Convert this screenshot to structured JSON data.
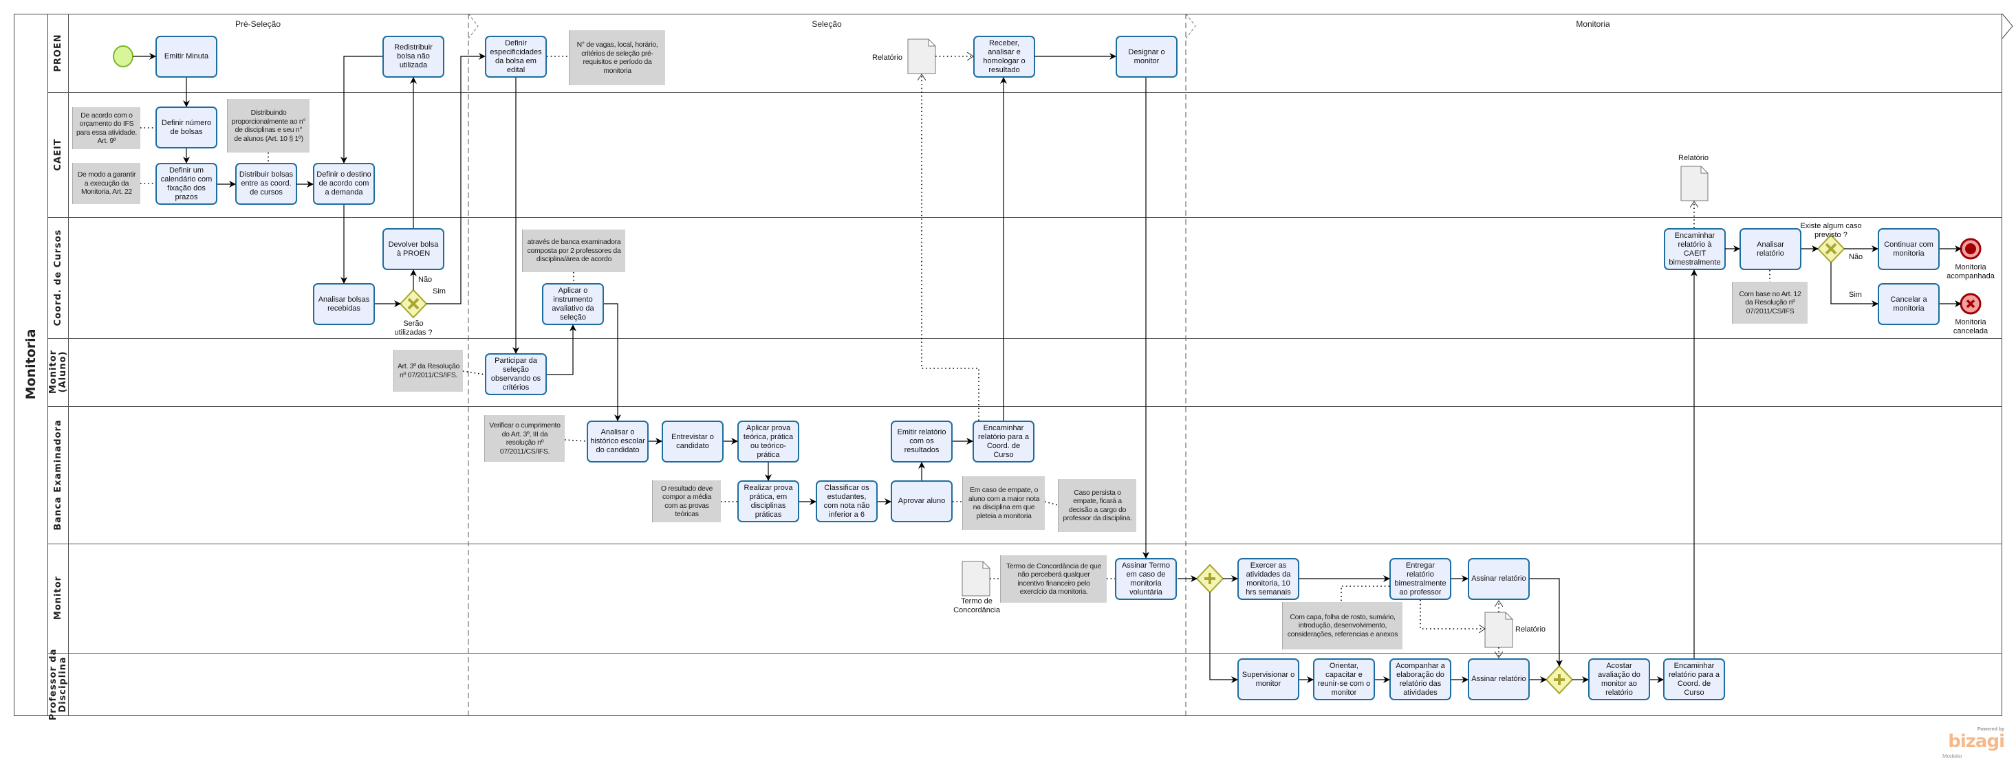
{
  "pool": {
    "title": "Monitoria"
  },
  "phases": [
    "Pré-Seleção",
    "Seleção",
    "Monitoria"
  ],
  "lanes": {
    "proen": "PROEN",
    "caeit": "CAEIT",
    "coord": "Coord. de Cursos",
    "monitor_aluno_1": "Monitor",
    "monitor_aluno_2": "(Aluno)",
    "banca": "Banca Examinadora",
    "monitor": "Monitor",
    "professor_1": "Professor da",
    "professor_2": "Disciplina"
  },
  "tasks": {
    "emitir_minuta": "Emitir Minuta",
    "redistribuir": "Redistribuir bolsa não utilizada",
    "definir_especificidades": "Definir especificidades da bolsa em edital",
    "receber_homologar": "Receber, analisar e homologar o resultado",
    "designar_monitor": "Designar o monitor",
    "definir_numero": "Definir número de bolsas",
    "definir_calendario": "Definir um calendário com fixação dos prazos",
    "distribuir_bolsas": "Distribuir bolsas entre as coord. de cursos",
    "definir_destino": "Definir o destino de acordo com a demanda",
    "devolver_bolsa": "Devolver bolsa à PROEN",
    "analisar_bolsas": "Analisar bolsas recebidas",
    "aplicar_instrumento": "Aplicar o instrumento avaliativo da seleção",
    "encaminhar_caeit": "Encaminhar relatório à CAEIT bimestralmente",
    "analisar_relatorio": "Analisar relatório",
    "continuar_monitoria": "Continuar com monitoria",
    "cancelar_monitoria": "Cancelar a monitoria",
    "participar_selecao": "Participar da seleção observando os critérios",
    "analisar_historico": "Analisar o histórico escolar do candidato",
    "entrevistar": "Entrevistar o candidato",
    "aplicar_prova": "Aplicar prova teórica, prática ou teórico-prática",
    "realizar_prova": "Realizar prova prática, em disciplinas práticas",
    "classificar": "Classificar os estudantes, com nota não inferior a 6",
    "aprovar_aluno": "Aprovar aluno",
    "emitir_relatorio": "Emitir relatório com os resultados",
    "encaminhar_coord_banca": "Encaminhar relatório para a Coord. de Curso",
    "assinar_termo": "Assinar Termo em caso de monitoria voluntária",
    "exercer_atividades": "Exercer as atividades da monitoria, 10 hrs semanais",
    "entregar_relatorio": "Entregar relatório bimestralmente ao professor",
    "assinar_relatorio_monitor": "Assinar relatório",
    "supervisionar": "Supervisionar o monitor",
    "orientar": "Orientar, capacitar e reunir-se com o monitor",
    "acompanhar": "Acompanhar a elaboração do relatório das atividades",
    "assinar_relatorio_prof": "Assinar relatório",
    "acostar": "Acostar avaliação do monitor ao relatório",
    "encaminhar_coord_prof": "Encaminhar relatório para a Coord. de Curso"
  },
  "notes": {
    "vagas": "N° de vagas, local, horário, critérios de seleção pré-requisitos e período da monitoria",
    "orcamento": "De acordo com o orçamento do IFS para essa atividade. Art. 9º",
    "distribuindo": "Distribuindo proporcionalmente ao n° de disciplinas e seu n° de alunos (Art. 10 § 1º)",
    "garantir": "De modo a garantir a execução da Monitoria. Art. 22",
    "banca": "através de banca examinadora composta por 2 professores da disciplina/área de acordo",
    "art3": "Art. 3º da Resolução nº 07/2011/CS/IFS.",
    "verificar": "Verificar o cumprimento do Art. 3º, III da resolução nº 07/2011/CS/IFS.",
    "resultado": "O resultado deve compor a média com as provas teóricas",
    "empate": "Em caso de empate, o aluno com a maior nota na disciplina em que pleteia a monitoria",
    "persista": "Caso persista o empate, ficará a decisão a cargo do professor da disciplina.",
    "art12": "Com base no Art. 12 da Resolução nº 07/2011/CS/IFS",
    "termo": "Termo de Concordância de que não perceberá qualquer incentivo financeiro pelo exercício da monitoria.",
    "capa": "Com capa, folha de rosto, sumário, introdução, desenvolvimento, considerações, referencias e anexos"
  },
  "gateways": {
    "serao_utilizadas": "Serão utilizadas ?",
    "caso_previsto": "Existe algum caso previsto ?"
  },
  "flow_labels": {
    "nao_1": "Não",
    "sim_1": "Sim",
    "nao_2": "Não",
    "sim_2": "Sim"
  },
  "events": {
    "acompanhada": "Monitoria acompanhada",
    "cancelada": "Monitoria cancelada"
  },
  "documents": {
    "relatorio_proen": "Relatório",
    "relatorio_caeit": "Relatório",
    "termo": "Termo de Concordância",
    "relatorio_monitor": "Relatório"
  },
  "logo": {
    "powered": "Powered by",
    "brand": "bizagi",
    "product": "Modeler"
  },
  "colors": {
    "task_fill": "#eaeffd",
    "task_border": "#1d6e9e",
    "note_fill": "#d4d4d4",
    "gateway_fill": "#f4f4b4",
    "gateway_border": "#a8a830",
    "start": "#d9f59a",
    "end": "#a00000"
  }
}
